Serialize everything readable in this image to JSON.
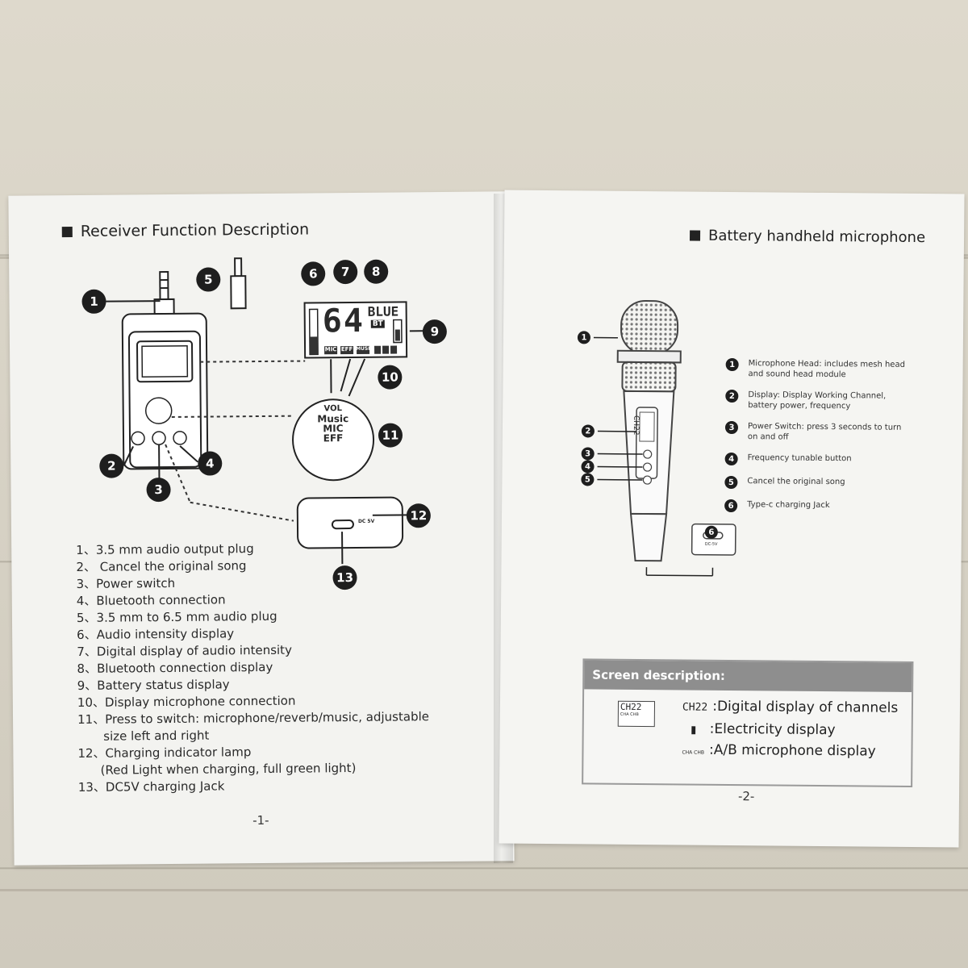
{
  "left_page": {
    "heading": "Receiver Function Description",
    "lcd": {
      "digits": "64",
      "blue": "BLUE",
      "bt": "BT",
      "mic": "MIC",
      "eff": "EFF",
      "music": "MUSIC"
    },
    "knob": {
      "vol": "VOL",
      "music": "Music",
      "mic": "MIC",
      "eff": "EFF"
    },
    "dc_label": "DC 5V",
    "callouts": [
      "1",
      "2",
      "3",
      "4",
      "5",
      "6",
      "7",
      "8",
      "9",
      "10",
      "11",
      "12",
      "13"
    ],
    "items": [
      "1、3.5 mm audio output plug",
      "2、 Cancel the original song",
      "3、Power switch",
      "4、Bluetooth connection",
      "5、3.5 mm to 6.5 mm audio plug",
      "6、Audio intensity display",
      "7、Digital display of audio intensity",
      "8、Bluetooth connection display",
      "9、Battery status display",
      "10、Display microphone connection",
      "11、Press to switch: microphone/reverb/music, adjustable",
      "size left and right",
      "12、Charging indicator lamp",
      "(Red Light when charging, full green light)",
      "13、DC5V charging Jack"
    ],
    "page_number": "-1-"
  },
  "right_page": {
    "heading": "Battery handheld microphone",
    "mic_display": "CH22",
    "dc_label": "DC-5V",
    "callouts": [
      "1",
      "2",
      "3",
      "4",
      "5",
      "6"
    ],
    "legend": [
      {
        "num": "1",
        "text": "Microphone Head: includes mesh head and sound head module"
      },
      {
        "num": "2",
        "text": "Display: Display Working Channel, battery power, frequency"
      },
      {
        "num": "3",
        "text": "Power Switch: press 3 seconds to turn on and off"
      },
      {
        "num": "4",
        "text": "Frequency tunable button"
      },
      {
        "num": "5",
        "text": "Cancel the original song"
      },
      {
        "num": "6",
        "text": "Type-c charging Jack"
      }
    ],
    "screen": {
      "title": "Screen description:",
      "icon_text": "CH22",
      "icon_sub": "CHA CHB",
      "rows": [
        {
          "icon": "CH22",
          "text": ":Digital display of channels"
        },
        {
          "icon": "battery",
          "text": ":Electricity display"
        },
        {
          "icon": "CHA CHB",
          "text": ":A/B microphone display"
        }
      ]
    },
    "page_number": "-2-"
  }
}
